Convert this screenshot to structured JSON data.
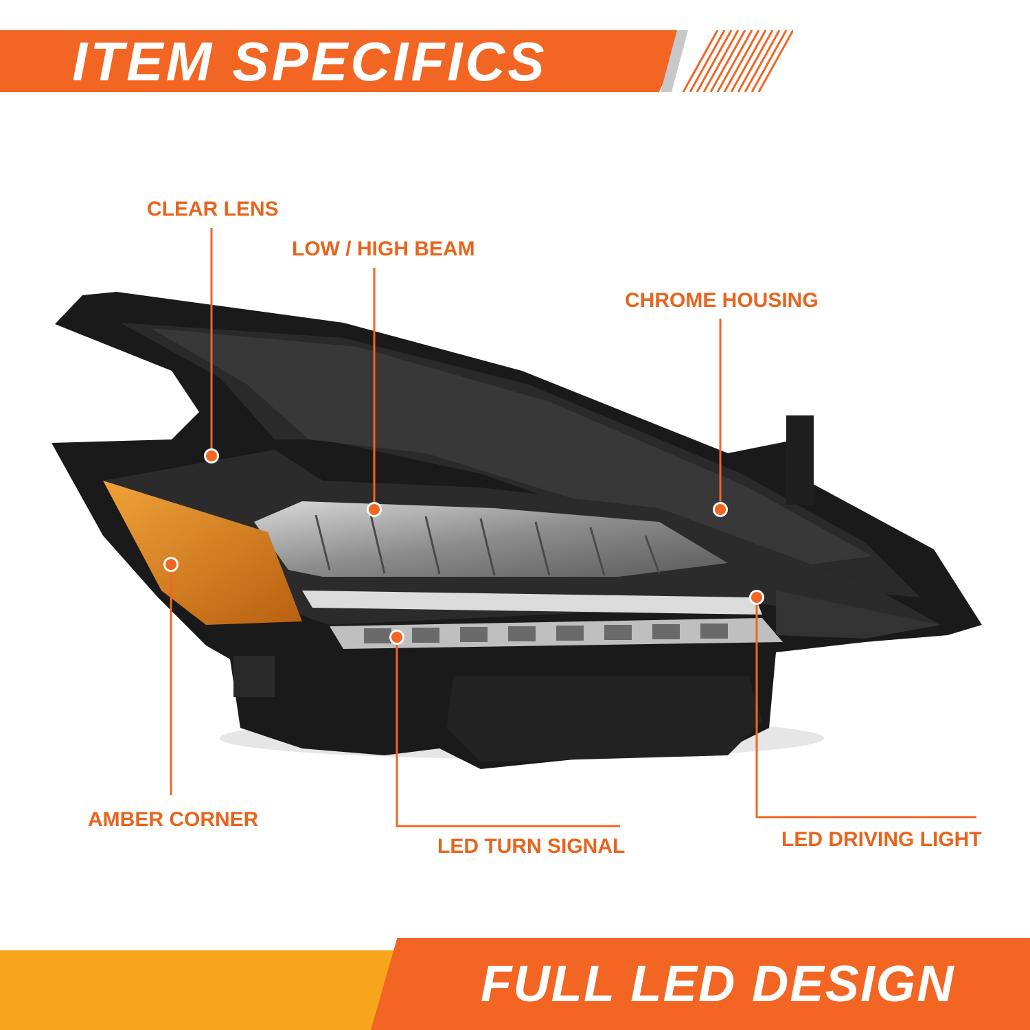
{
  "header": {
    "title": "ITEM SPECIFICS"
  },
  "callouts": {
    "clear_lens": "CLEAR LENS",
    "low_high_beam": "LOW / HIGH BEAM",
    "chrome_housing": "CHROME HOUSING",
    "amber_corner": "AMBER CORNER",
    "led_turn_signal": "LED TURN SIGNAL",
    "led_driving_light": "LED DRIVING LIGHT"
  },
  "footer": {
    "tagline": "FULL LED DESIGN"
  },
  "colors": {
    "accent_orange": "#f26522",
    "accent_yellow": "#f7a61b",
    "label_orange": "#e8641c",
    "housing_black": "#1a1a1a",
    "amber_lens": "#e08a1a"
  }
}
